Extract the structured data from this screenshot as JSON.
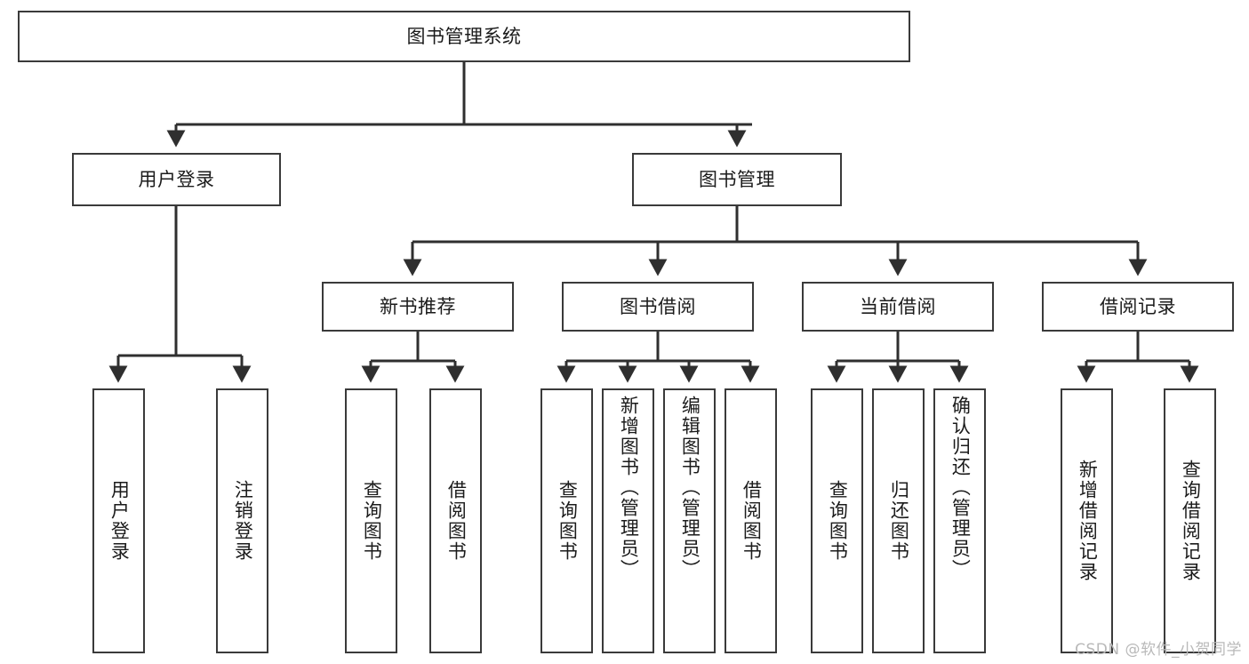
{
  "diagram": {
    "type": "tree-hierarchy-chart",
    "title": "图书管理系统",
    "colors": {
      "box_border": "#3a3a3a",
      "box_fill": "#ffffff",
      "connector": "#2f2f2f",
      "text": "#1b1b1b",
      "watermark": "#b9b9b9",
      "background": "#ffffff"
    },
    "levels": {
      "root": {
        "label": "图书管理系统"
      },
      "level2": [
        {
          "id": "user-login",
          "label": "用户登录"
        },
        {
          "id": "book-manage",
          "label": "图书管理"
        }
      ],
      "level3": [
        {
          "id": "new-book-recommend",
          "label": "新书推荐",
          "parent": "book-manage"
        },
        {
          "id": "book-borrow",
          "label": "图书借阅",
          "parent": "book-manage"
        },
        {
          "id": "current-borrow",
          "label": "当前借阅",
          "parent": "book-manage"
        },
        {
          "id": "borrow-record",
          "label": "借阅记录",
          "parent": "book-manage"
        }
      ],
      "leaves": [
        {
          "id": "leaf-user-login",
          "label": "用户登录",
          "parent": "user-login"
        },
        {
          "id": "leaf-logout",
          "label": "注销登录",
          "parent": "user-login"
        },
        {
          "id": "leaf-query-book-1",
          "label": "查询图书",
          "parent": "new-book-recommend"
        },
        {
          "id": "leaf-borrow-book-1",
          "label": "借阅图书",
          "parent": "new-book-recommend"
        },
        {
          "id": "leaf-query-book-2",
          "label": "查询图书",
          "parent": "book-borrow"
        },
        {
          "id": "leaf-add-book",
          "label": "新增图书（管理员）",
          "parent": "book-borrow"
        },
        {
          "id": "leaf-edit-book",
          "label": "编辑图书（管理员）",
          "parent": "book-borrow"
        },
        {
          "id": "leaf-borrow-book-2",
          "label": "借阅图书",
          "parent": "book-borrow"
        },
        {
          "id": "leaf-query-book-3",
          "label": "查询图书",
          "parent": "current-borrow"
        },
        {
          "id": "leaf-return-book",
          "label": "归还图书",
          "parent": "current-borrow"
        },
        {
          "id": "leaf-confirm-return",
          "label": "确认归还（管理员）",
          "parent": "current-borrow"
        },
        {
          "id": "leaf-add-record",
          "label": "新增借阅记录",
          "parent": "borrow-record"
        },
        {
          "id": "leaf-query-record",
          "label": "查询借阅记录",
          "parent": "borrow-record"
        }
      ]
    }
  },
  "watermark": {
    "text": "CSDN @软件_小贺同学"
  }
}
